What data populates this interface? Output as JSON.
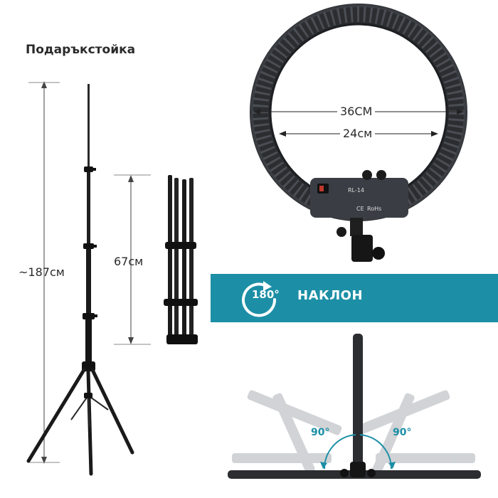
{
  "stand": {
    "title": "Подаръкстойка",
    "height_label": "~187см",
    "folded_label": "67см"
  },
  "ring": {
    "outer_diameter_label": "36СМ",
    "inner_diameter_label": "24см",
    "model_label": "RL-14",
    "ce_mark": "CE",
    "rohs_mark": "RoHs"
  },
  "banner": {
    "rotation_label": "180°",
    "tilt_label": "НАКЛОН",
    "rotate_icon": "rotate-arrow-icon"
  },
  "tilt": {
    "left_angle_label": "90°",
    "right_angle_label": "90°"
  },
  "colors": {
    "accent": "#1c8fa6",
    "ring_body": "#2b2d30",
    "stand_metal": "#1f1f1f"
  }
}
